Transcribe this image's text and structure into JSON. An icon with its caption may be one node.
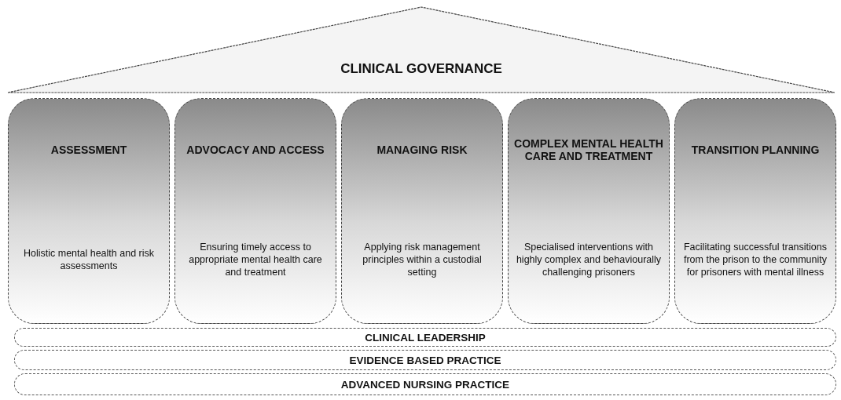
{
  "diagram": {
    "nodes": [
      {
        "text": [
          "CLINICAL GOVERNANCE"
        ]
      },
      {
        "text": [
          "ASSESSMENT",
          "Holistic mental health and risk assessments"
        ]
      },
      {
        "text": [
          "ADVOCACY AND ACCESS",
          "Ensuring timely access to appropriate mental health care and treatment"
        ]
      },
      {
        "text": [
          "MANAGING RISK",
          "Applying risk management principles within a custodial setting"
        ]
      },
      {
        "text": [
          "COMPLEX MENTAL HEALTH CARE AND TREATMENT",
          "Specialised interventions with highly complex and behaviourally challenging prisoners"
        ]
      },
      {
        "text": [
          "TRANSITION PLANNING",
          "Facilitating successful transitions from the prison to the community for prisoners with mental illness"
        ]
      },
      {
        "text": [
          "CLINICAL LEADERSHIP"
        ]
      },
      {
        "text": [
          "EVIDENCE BASED PRACTICE"
        ]
      },
      {
        "text": [
          "ADVANCED NURSING PRACTICE"
        ]
      }
    ]
  }
}
